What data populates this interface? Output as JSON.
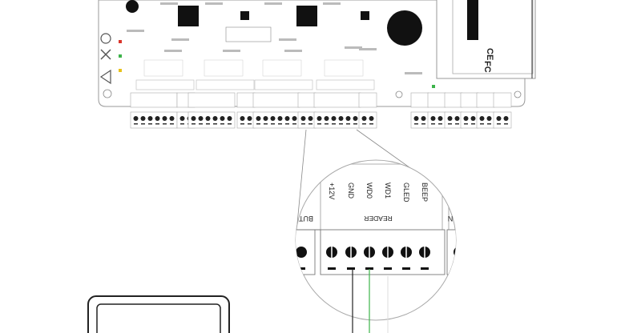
{
  "diagram": {
    "zoom_block": {
      "group_label": "READER",
      "pins": [
        "+12V",
        "GND",
        "WD0",
        "WD1",
        "GLED",
        "BEEP"
      ],
      "left_neighbor_label": "BUT",
      "right_neighbor_label": "N"
    },
    "module": {
      "ce_mark": "CE",
      "fc_mark": "FC"
    },
    "wires": [
      {
        "pin": "GND",
        "color": "#222222"
      },
      {
        "pin": "WD0",
        "color": "#3cb34a"
      }
    ],
    "led_colors": [
      "#d9342b",
      "#3cb34a",
      "#e8c21a"
    ]
  }
}
